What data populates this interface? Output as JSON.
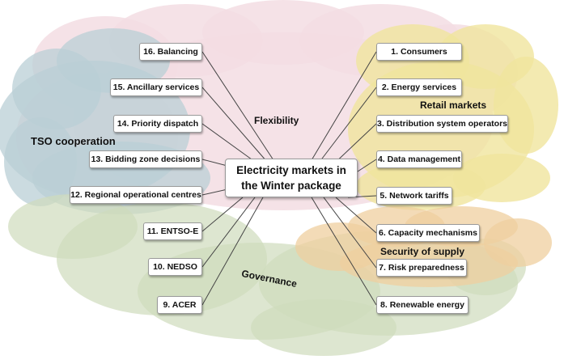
{
  "center": {
    "line1": "Electricity markets in",
    "line2": "the Winter package"
  },
  "regions": {
    "flexibility": "Flexibility",
    "retail_markets": "Retail markets",
    "tso_cooperation": "TSO cooperation",
    "security_of_supply": "Security of supply",
    "governance": "Governance"
  },
  "topics": [
    "1. Consumers",
    "2. Energy services",
    "3. Distribution system operators",
    "4. Data management",
    "5. Network tariffs",
    "6. Capacity mechanisms",
    "7. Risk preparedness",
    "8. Renewable energy",
    "9. ACER",
    "10. NEDSO",
    "11. ENTSO-E",
    "12. Regional operational centres",
    "13. Bidding zone decisions",
    "14. Priority dispatch",
    "15. Ancillary services",
    "16. Balancing"
  ],
  "colors": {
    "flexibility_cloud": "#f3dde3",
    "retail_cloud": "#f0e59e",
    "tso_cloud": "#b9cfd6",
    "security_cloud": "#efcf9f",
    "governance_cloud": "#cfdcbc"
  }
}
